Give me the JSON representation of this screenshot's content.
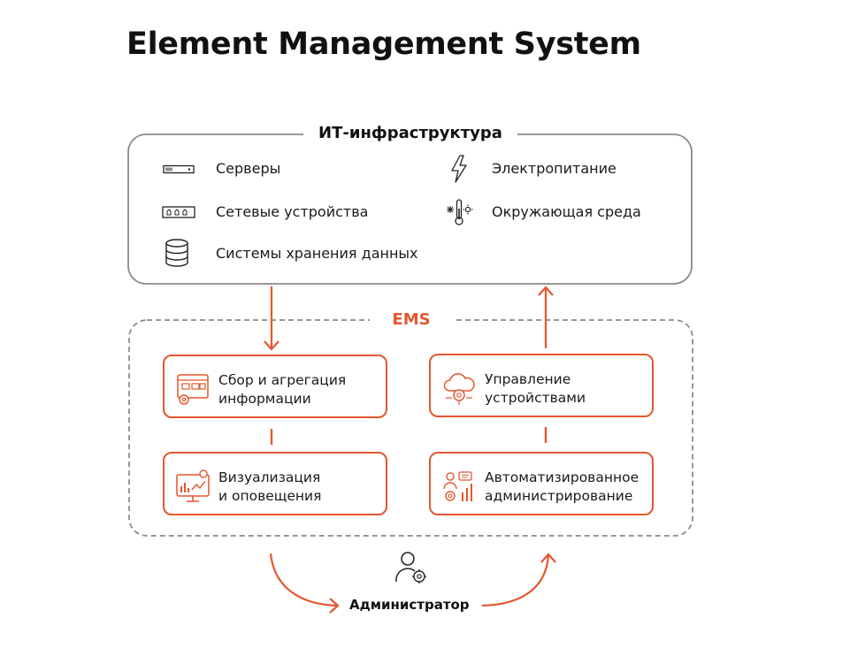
{
  "title": "Element Management System",
  "infrastructure": {
    "title": "ИТ-инфраструктура",
    "items": [
      {
        "label": "Серверы",
        "icon": "server-icon"
      },
      {
        "label": "Сетевые устройства",
        "icon": "network-device-icon"
      },
      {
        "label": "Системы хранения данных",
        "icon": "database-icon"
      },
      {
        "label": "Электропитание",
        "icon": "lightning-icon"
      },
      {
        "label": "Окружающая среда",
        "icon": "thermometer-icon"
      }
    ]
  },
  "ems": {
    "title": "EMS",
    "boxes": [
      {
        "line1": "Сбор и агрегация",
        "line2": "информации",
        "icon": "data-collection-icon"
      },
      {
        "line1": "Визуализация",
        "line2": "и оповещения",
        "icon": "visualization-icon"
      },
      {
        "line1": "Управление",
        "line2": "устройствами",
        "icon": "cloud-gear-icon"
      },
      {
        "line1": "Автоматизированное",
        "line2": "администрирование",
        "icon": "automation-icon"
      }
    ]
  },
  "admin": {
    "label": "Администратор",
    "icon": "admin-user-icon"
  },
  "colors": {
    "accent": "#e4572e",
    "border": "#8a8a8a",
    "text": "#1a1a1a"
  }
}
